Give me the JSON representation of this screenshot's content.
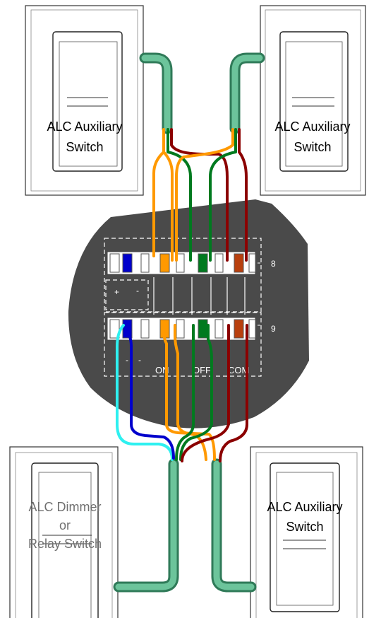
{
  "switches": {
    "top_left": {
      "label_line1": "ALC Auxiliary",
      "label_line2": "Switch"
    },
    "top_right": {
      "label_line1": "ALC Auxiliary",
      "label_line2": "Switch"
    },
    "bottom_left": {
      "label_line1": "ALC Dimmer",
      "label_line2": "or",
      "label_line3": "Relay Switch"
    },
    "bottom_right": {
      "label_line1": "ALC Auxiliary",
      "label_line2": "Switch"
    }
  },
  "terminal_block": {
    "row_top_number": "8",
    "row_bottom_number": "9",
    "polarity_plus": "+",
    "polarity_minus": "-",
    "bottom_minus_1": "-",
    "bottom_minus_2": "-",
    "label_on": "ON",
    "label_off": "OFF",
    "label_com": "COM"
  },
  "colors": {
    "mount_disc": "#4a4a4a",
    "cable_jacket": "#5aa882",
    "orange": "#ff9900",
    "green": "#007a1f",
    "dark_red": "#8b0000",
    "blue": "#0000cc",
    "cyan": "#2ef0f0",
    "switch_text": "#000000",
    "dimmer_text": "#707070"
  }
}
